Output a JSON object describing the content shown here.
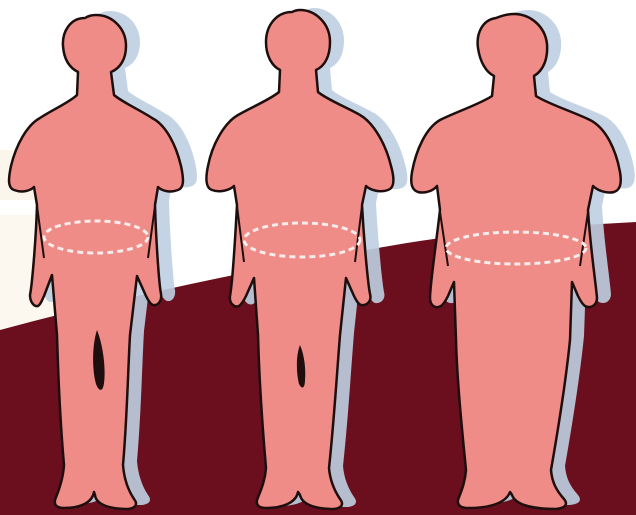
{
  "colors": {
    "background": "#ffffff",
    "backdrop_cream": "#fbf6ec",
    "floor": "#6b0f1f",
    "figure_fill": "#ef8c87",
    "figure_outline": "#1e0e0e",
    "figure_shadow": "#bfd0e2",
    "waist_dash": "#f7ecec"
  },
  "figures": [
    {
      "id": "slim",
      "build": "slim"
    },
    {
      "id": "overweight",
      "build": "overweight"
    },
    {
      "id": "obese",
      "build": "obese"
    }
  ]
}
